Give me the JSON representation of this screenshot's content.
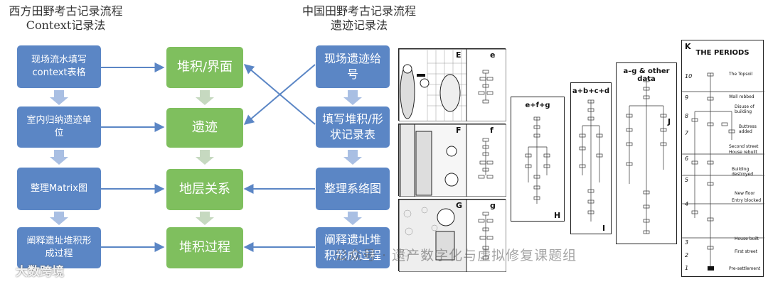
{
  "headers": {
    "left_title_line1": "西方田野考古记录流程",
    "left_title_line2": "Context记录法",
    "right_title_line1": "中国田野考古记录流程",
    "right_title_line2": "遗迹记录法"
  },
  "western_column": [
    "现场流水填写context表格",
    "室内归纳遗迹单位",
    "整理Matrix图",
    "阐释遗址堆积形成过程"
  ],
  "center_column": [
    "堆积/界面",
    "遗迹",
    "地层关系",
    "堆积过程"
  ],
  "chinese_column": [
    "现场遗迹给号",
    "填写堆积/形状记录表",
    "整理系络图",
    "阐释遗址堆积形成过程"
  ],
  "figure": {
    "panel_letters": [
      "E",
      "e",
      "F",
      "f",
      "G",
      "g",
      "H",
      "I",
      "J",
      "K"
    ],
    "panel_titles": [
      "e+f+g",
      "a+b+c+d",
      "a–g & other data"
    ],
    "periods_title": "THE PERIODS",
    "period_labels": [
      "The Topsoil",
      "Wall robbed",
      "Disuse of building",
      "Buttress added",
      "Second street",
      "House rebuilt",
      "Building destroyed",
      "New floor",
      "Entry blocked",
      "House built",
      "First street",
      "Pre-settlement"
    ],
    "period_numbers": [
      "10",
      "9",
      "8",
      "7",
      "6",
      "5",
      "4",
      "3",
      "2",
      "1"
    ]
  },
  "watermarks": {
    "left": "大数跨境",
    "center": "公众号 · 遗产数字化与虚拟修复课题组"
  },
  "colors": {
    "blue": "#5b86c5",
    "green": "#7fbf5e",
    "arrow": "#5b86c5",
    "down_arrow": "#c6d9c0"
  }
}
